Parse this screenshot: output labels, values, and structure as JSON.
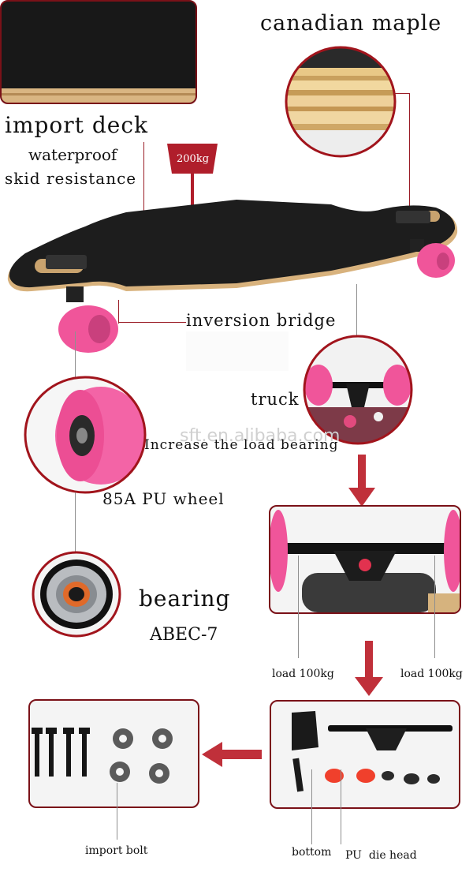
{
  "labels": {
    "canadian_maple": "canadian maple",
    "import_deck": "import deck",
    "waterproof": "waterproof",
    "skid_resistance": "skid resistance",
    "load_200": "200kg",
    "inversion_bridge": "inversion bridge",
    "truck": "truck",
    "watermark": "sft.en.alibaba.com",
    "increase_load": "Increase the load bearing",
    "pu_wheel": "85A PU wheel",
    "bearing": "bearing",
    "abec": "ABEC-7",
    "load_left": "load 100kg",
    "load_right": "load 100kg",
    "import_bolt": "import bolt",
    "bottom": "bottom",
    "pu_die_head": "PU  die head"
  },
  "colors": {
    "accent": "#b01e2b",
    "frame": "#7a1118",
    "wheel_pink": "#f0559a",
    "grip": "#1c1c1c",
    "maple": "#e8c98a"
  },
  "icons": [
    "down-arrow-icon",
    "left-arrow-icon",
    "bolt-icon",
    "nut-icon",
    "washer-icon"
  ]
}
